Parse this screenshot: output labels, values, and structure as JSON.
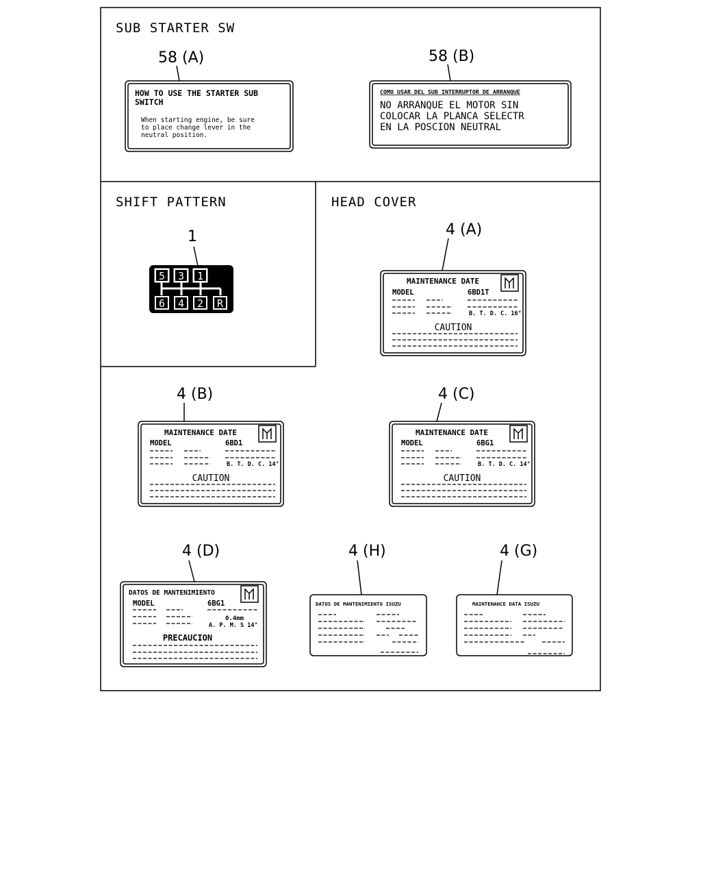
{
  "sections": {
    "sub_starter": "SUB STARTER SW",
    "shift_pattern": "SHIFT PATTERN",
    "head_cover": "HEAD COVER"
  },
  "callouts": {
    "c58a": "58 (A)",
    "c58b": "58 (B)",
    "c1": "1",
    "c4a": "4 (A)",
    "c4b": "4 (B)",
    "c4c": "4 (C)",
    "c4d": "4 (D)",
    "c4h": "4 (H)",
    "c4g": "4 (G)"
  },
  "label_58a": {
    "title_line1": "HOW TO USE THE STARTER SUB",
    "title_line2": "SWITCH",
    "body_line1": "When starting engine, be sure",
    "body_line2": "to place change lever in the",
    "body_line3": "neutral position."
  },
  "label_58b": {
    "title": "COMO USAR DEL SUB INTERRUPTOR DE ARRANQUE",
    "line1": "NO ARRANQUE EL MOTOR SIN",
    "line2": "COLOCAR LA PLANCA SELECTR",
    "line3": "EN LA POSCION NEUTRAL"
  },
  "shift": {
    "top": [
      "5",
      "3",
      "1"
    ],
    "bottom": [
      "6",
      "4",
      "2",
      "R"
    ]
  },
  "label_4a": {
    "title": "MAINTENANCE DATE",
    "model": "MODEL",
    "engine": "6BD1T",
    "btdc": "B. T. D. C. 16°",
    "caution": "CAUTION"
  },
  "label_4b": {
    "title": "MAINTENANCE DATE",
    "model": "MODEL",
    "engine": "6BD1",
    "btdc": "B. T. D. C. 14°",
    "caution": "CAUTION"
  },
  "label_4c": {
    "title": "MAINTENANCE DATE",
    "model": "MODEL",
    "engine": "6BG1",
    "btdc": "B. T. D. C. 14°",
    "caution": "CAUTION"
  },
  "label_4d": {
    "title": "DATOS DE MANTENIMIENTO",
    "model": "MODEL",
    "engine": "6BG1",
    "gap": "0.4mm",
    "apms": "A. P. M. S  14°",
    "caution": "PRECAUCION"
  },
  "label_4h": {
    "title": "DATOS DE MANTENIMIENTO ISUZU"
  },
  "label_4g": {
    "title": "MAINTENANCE DATA ISUZU"
  }
}
